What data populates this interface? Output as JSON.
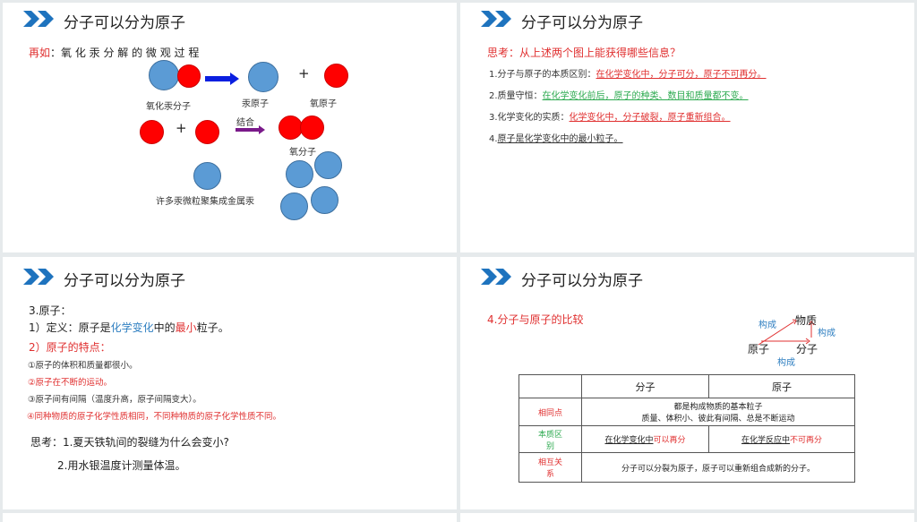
{
  "slide_title": "分子可以分为原子",
  "colors": {
    "accent": "#1e73be",
    "red": "#e03030",
    "green": "#2daa50",
    "blue": "#2f7fc1"
  },
  "slide1": {
    "lead_red": "再如",
    "lead_rest": "：氧 化 汞 分 解 的 微 观 过 程",
    "plus": "+",
    "labels": {
      "hgo": "氧化汞分子",
      "hg": "汞原子",
      "o": "氧原子",
      "combine": "结合",
      "o2": "氧分子",
      "metal": "许多汞微粒聚集成金属汞"
    }
  },
  "slide2": {
    "question": "思考：从上述两个图上能获得哪些信息？",
    "items": [
      {
        "prefix": "1.分子与原子的本质区别：",
        "answer": "在化学变化中，分子可分，原子不可再分。"
      },
      {
        "prefix": "2.质量守恒：",
        "answer": "在化学变化前后，原子的种类、数目和质量都不变。"
      },
      {
        "prefix": "3.化学变化的实质：",
        "answer": "化学变化中，分子破裂，原子重新组合。"
      },
      {
        "prefix": "4.",
        "answer": "原子是化学变化中的最小粒子。"
      }
    ]
  },
  "slide3": {
    "heading": "3.原子：",
    "def_a": "1）定义：原子是",
    "def_b": "化学变化",
    "def_c": "中的",
    "def_d": "最小",
    "def_e": "粒子。",
    "features_title": "2）原子的特点：",
    "features": [
      "①原子的体积和质量都很小。",
      "②原子在不断的运动。",
      "③原子间有间隔（温度升高，原子间隔变大）。",
      "④同种物质的原子化学性质相同，不同种物质的原子化学性质不同。"
    ],
    "think1": "思考：1.夏天铁轨间的裂缝为什么会变小?",
    "think2": "2.用水银温度计测量体温。"
  },
  "slide4": {
    "heading": "4.分子与原子的比较",
    "diagram": {
      "matter": "物质",
      "atom": "原子",
      "molecule": "分子",
      "compose": "构成"
    },
    "table": {
      "headers": [
        "",
        "分子",
        "原子"
      ],
      "same_label": "相同点",
      "same_1": "都是构成物质的基本粒子",
      "same_2": "质量、体积小、彼此有间隔、总是不断运动",
      "diff_label": "本质区别",
      "diff_mol_a": "在化学变化中",
      "diff_mol_b": "可以再分",
      "diff_atom_a": "在化学反应中",
      "diff_atom_b": "不可再分",
      "rel_label": "相互关系",
      "rel": "分子可以分裂为原子，原子可以重新组合成新的分子。"
    }
  }
}
